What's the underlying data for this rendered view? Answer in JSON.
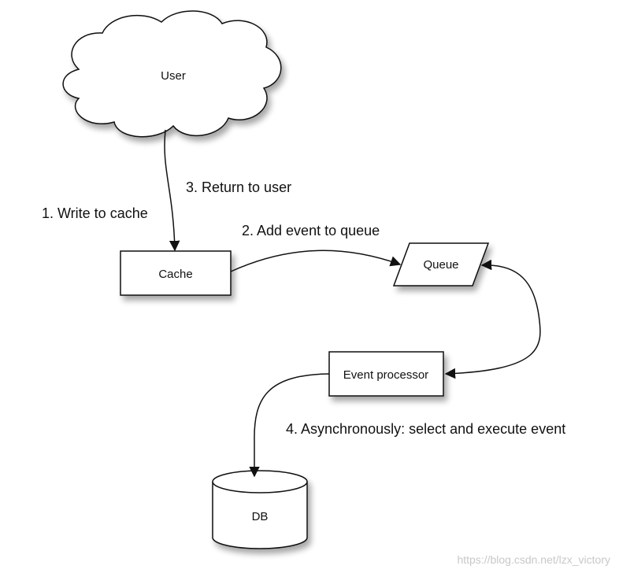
{
  "nodes": {
    "user": "User",
    "cache": "Cache",
    "queue": "Queue",
    "event_processor": "Event processor",
    "db": "DB"
  },
  "labels": {
    "write_to_cache": "1. Write to cache",
    "add_event": "2. Add event to queue",
    "return_to_user": "3. Return to user",
    "async_execute": "4. Asynchronously: select and execute event"
  },
  "watermark": "https://blog.csdn.net/lzx_victory"
}
